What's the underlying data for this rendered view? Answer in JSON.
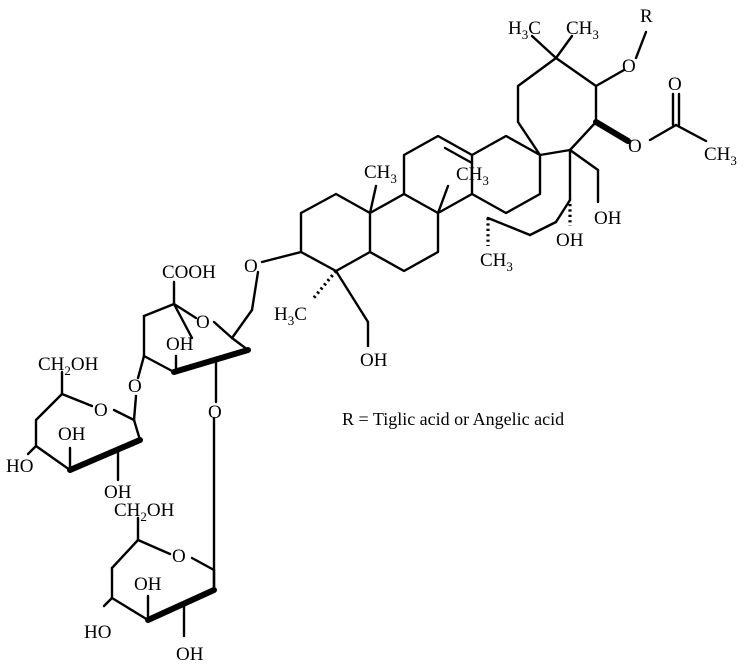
{
  "labels": {
    "h3c_top": "H",
    "h3c_top_sub": "3",
    "h3c_top_c": "C",
    "ch3_top": "CH",
    "ch3_top_sub": "3",
    "r": "R",
    "o_ester": "O",
    "o_carbonyl": "O",
    "o_acetyl": "O",
    "ch3_acetyl": "CH",
    "ch3_acetyl_sub": "3",
    "ch3_ring_a": "CH",
    "ch3_ring_a_sub": "3",
    "ch3_ring_c": "CH",
    "ch3_ring_c_sub": "3",
    "ch3_ring_c2": "CH",
    "ch3_ring_c2_sub": "3",
    "oh_c16": "OH",
    "oh_c28": "OH",
    "o_glycosidic": "O",
    "h3c_c4": "H",
    "h3c_c4_sub": "3",
    "h3c_c4_c": "C",
    "oh_c23": "OH",
    "cooh": "COOH",
    "o_glca_ring": "O",
    "oh_glca_3": "OH",
    "o_glca_2": "O",
    "o_glca_4": "O",
    "ch2oh_gal": "CH",
    "ch2oh_gal_sub": "2",
    "ch2oh_gal_oh": "OH",
    "o_gal_ring": "O",
    "oh_gal_4": "OH",
    "ho_gal_3": "HO",
    "oh_gal_2": "OH",
    "ch2oh_glc": "CH",
    "ch2oh_glc_sub": "2",
    "ch2oh_glc_oh": "OH",
    "o_glc_ring": "O",
    "oh_glc_4": "OH",
    "ho_glc_3": "HO",
    "oh_glc_2": "OH"
  },
  "caption": "R = Tiglic acid or Angelic acid"
}
